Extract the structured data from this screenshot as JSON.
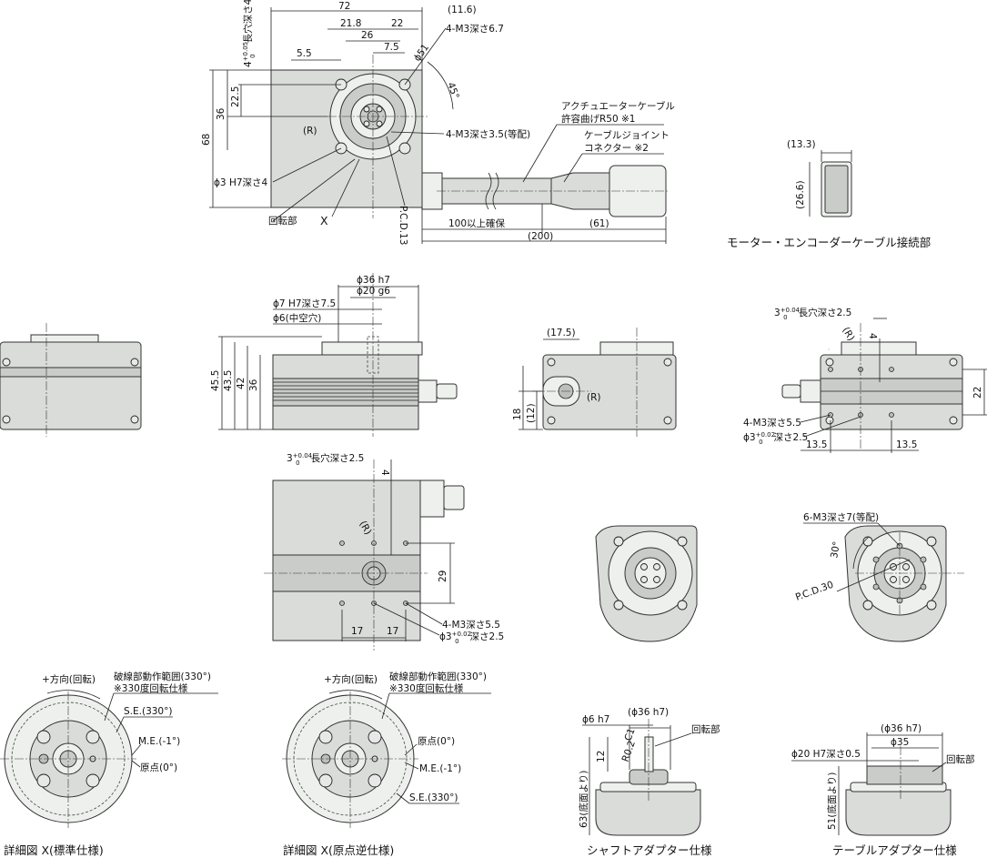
{
  "top_view": {
    "dim_72": "72",
    "dim_21_8": "21.8",
    "dim_22": "22",
    "dim_11_6": "(11.6)",
    "dim_26": "26",
    "dim_7_5": "7.5",
    "dim_5_5": "5.5",
    "slot_tol": "4",
    "slot_tol_sup": "+0.05",
    "slot_tol_sub": "0",
    "slot_label": "長穴深さ4",
    "tap_m3_67": "4-M3深さ6.7",
    "dia_51": "ϕ51",
    "angle_45": "45°",
    "dim_22_5": "22.5",
    "dim_36": "36",
    "dim_68": "68",
    "r_mark": "(R)",
    "tap_m3_35": "4-M3深さ3.5(等配)",
    "hole_phi3": "ϕ3 H7深さ4",
    "rotor": "回転部",
    "x_mark": "X",
    "pcd13": "P.C.D.13",
    "act_cable_1": "アクチュエーターケーブル",
    "act_cable_2": "許容曲げR50 ※1",
    "cable_joint_1": "ケーブルジョイント",
    "cable_joint_2": "コネクター ※2",
    "dim_100": "100以上確保",
    "dim_61": "(61)",
    "dim_200": "(200)"
  },
  "motor_conn": {
    "dim_13_3": "(13.3)",
    "dim_26_6": "(26.6)",
    "caption": "モーター・エンコーダーケーブル接続部"
  },
  "front_view": {
    "dia_36h7": "ϕ36 h7",
    "dia_20g6": "ϕ20 g6",
    "dia_7h7": "ϕ7 H7深さ7.5",
    "dia_6": "ϕ6(中空穴)",
    "dim_45_5": "45.5",
    "dim_43_5": "43.5",
    "dim_42": "42",
    "dim_36": "36"
  },
  "side_view": {
    "dim_17_5": "(17.5)",
    "dim_18": "18",
    "dim_12": "(12)",
    "r_mark": "(R)"
  },
  "right_view": {
    "slot_3": "3",
    "slot_sup": "+0.04",
    "slot_sub": "0",
    "slot_label": "長穴深さ2.5",
    "r_mark": "(R)",
    "dim_4": "4",
    "dim_22": "22",
    "tap": "4-M3深さ5.5",
    "hole": "ϕ3",
    "hole_sup": "+0.02",
    "hole_sub": "0",
    "hole_label": "深さ2.5",
    "dim_13_5a": "13.5",
    "dim_13_5b": "13.5"
  },
  "bottom_view": {
    "slot_3": "3",
    "slot_sup": "+0.04",
    "slot_sub": "0",
    "slot_label": "長穴深さ2.5",
    "dim_4": "4",
    "r_mark": "(R)",
    "dim_29": "29",
    "tap": "4-M3深さ5.5",
    "hole": "ϕ3",
    "hole_sup": "+0.02",
    "hole_sub": "0",
    "hole_label": "深さ2.5",
    "dim_17a": "17",
    "dim_17b": "17"
  },
  "round_view": {
    "tap_6m3": "6-M3深さ7(等配)",
    "angle_30": "30°",
    "pcd30": "P.C.D.30"
  },
  "detail_std": {
    "direction": "+方向(回転)",
    "range_1": "破線部動作範囲(330°)",
    "range_2": "※330度回転仕様",
    "se": "S.E.(330°)",
    "me": "M.E.(-1°)",
    "origin": "原点(0°)",
    "caption": "詳細図 X(標準仕様)"
  },
  "detail_rev": {
    "direction": "+方向(回転)",
    "range_1": "破線部動作範囲(330°)",
    "range_2": "※330度回転仕様",
    "origin": "原点(0°)",
    "me": "M.E.(-1°)",
    "se": "S.E.(330°)",
    "caption": "詳細図 X(原点逆仕様)"
  },
  "shaft_adapter": {
    "dia_6h7": "ϕ6 h7",
    "dia_36h7": "(ϕ36 h7)",
    "c1": "C1",
    "rotor": "回転部",
    "dim_12": "12",
    "r0_2": "R0.2",
    "dim_63": "63(底面より)",
    "caption": "シャフトアダプター仕様"
  },
  "table_adapter": {
    "dia_36h7": "(ϕ36 h7)",
    "dia_35": "ϕ35",
    "dia_20h7": "ϕ20 H7深さ0.5",
    "rotor": "回転部",
    "dim_51": "51(底面より)",
    "caption": "テーブルアダプター仕様"
  }
}
